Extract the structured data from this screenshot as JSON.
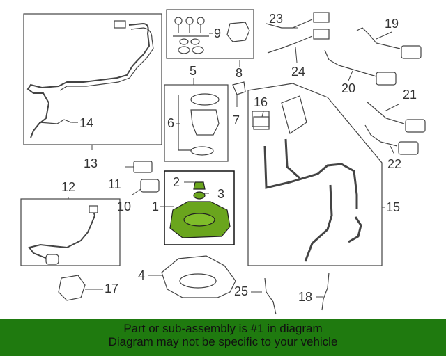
{
  "callouts": {
    "c1": "1",
    "c2": "2",
    "c3": "3",
    "c4": "4",
    "c5": "5",
    "c6": "6",
    "c7": "7",
    "c8": "8",
    "c9": "9",
    "c10": "10",
    "c11": "11",
    "c12": "12",
    "c13": "13",
    "c14": "14",
    "c15": "15",
    "c16": "16",
    "c17": "17",
    "c18": "18",
    "c19": "19",
    "c20": "20",
    "c21": "21",
    "c22": "22",
    "c23": "23",
    "c24": "24",
    "c25": "25"
  },
  "banner": {
    "line1": "Part or sub-assembly is #1 in diagram",
    "line2": "Diagram may not be specific to your vehicle"
  },
  "colors": {
    "highlight": "#6aa51d",
    "banner": "#1f7a0f",
    "line": "#444444"
  }
}
